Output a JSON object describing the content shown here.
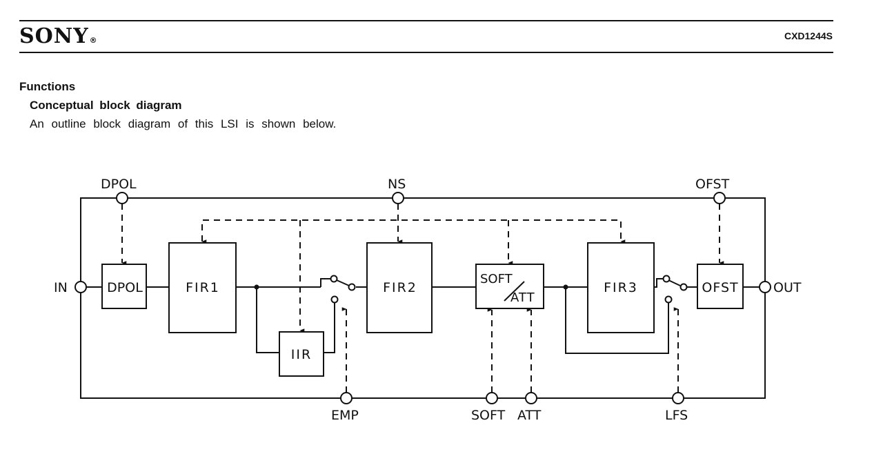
{
  "header": {
    "brand": "SONY",
    "registered_mark": "®",
    "part_number": "CXD1244S"
  },
  "section": {
    "heading": "Functions",
    "subheading": "Conceptual block diagram",
    "description": "An outline block diagram of this LSI is shown below."
  },
  "diagram": {
    "pins": {
      "in": "IN",
      "out": "OUT",
      "dpol": "DPOL",
      "ns": "NS",
      "ofst": "OFST",
      "emp": "EMP",
      "soft": "SOFT",
      "att": "ATT",
      "lfs": "LFS"
    },
    "blocks": {
      "dpol": "DPOL",
      "fir1": "FIR1",
      "iir": "IIR",
      "fir2": "FIR2",
      "soft_att_top": "SOFT",
      "soft_att_bottom": "ATT",
      "fir3": "FIR3",
      "ofst": "OFST"
    }
  }
}
